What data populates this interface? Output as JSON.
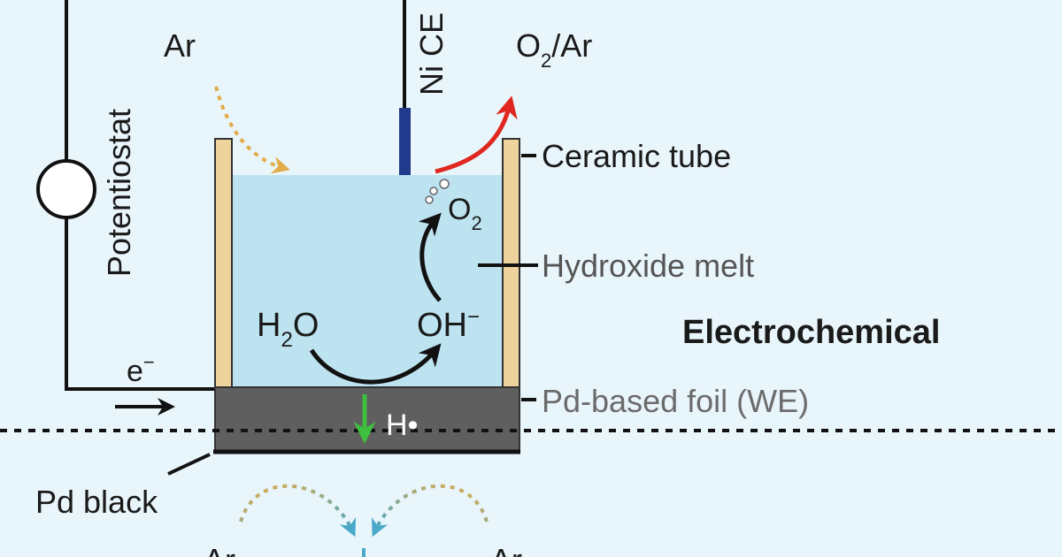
{
  "labels": {
    "potentiostat": "Potentiostat",
    "ar_top": "Ar",
    "ni_ce": "Ni CE",
    "o2_ar_main": "O",
    "o2_ar_sub": "2",
    "o2_ar_rest": "/Ar",
    "ceramic_tube": "Ceramic tube",
    "o2_main": "O",
    "o2_sub": "2",
    "hydroxide_melt": "Hydroxide melt",
    "h2o_h": "H",
    "h2o_sub": "2",
    "h2o_o": "O",
    "oh": "OH",
    "oh_sup": "−",
    "electrochemical": "Electrochemical",
    "electron": "e",
    "electron_sup": "−",
    "pd_foil": "Pd-based foil (WE)",
    "h_radical": "H•",
    "pd_black": "Pd black",
    "ar_bottom_left": "Ar",
    "ar_bottom_right": "Ar"
  },
  "colors": {
    "background": "#e8f5fb",
    "melt": "#bde3f0",
    "ceramic": "#efd39c",
    "foil": "#5f5f5f",
    "ni_electrode": "#223a8c",
    "o2_arrow": "#e0271f",
    "h_arrow": "#3fbf3f",
    "ar_flow": "#e2ad48",
    "ar_flow_tip": "#4aa8c8",
    "muted_label": "#6b6b6b"
  }
}
